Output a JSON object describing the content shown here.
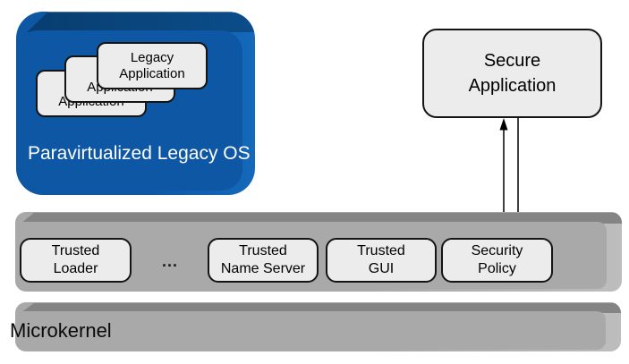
{
  "legacy_os": {
    "label": "Paravirtualized Legacy OS"
  },
  "legacy_apps": [
    {
      "line1": "Legacy",
      "line2": "Application"
    },
    {
      "line1": "Legacy",
      "line2": "Application"
    },
    {
      "line1": "Legacy",
      "line2": "Application"
    }
  ],
  "secure_app": {
    "line1": "Secure",
    "line2": "Application"
  },
  "services_bar": {
    "ellipsis": "...",
    "items": [
      {
        "line1": "Trusted",
        "line2": "Loader"
      },
      {
        "line1": "Trusted",
        "line2": "Name Server"
      },
      {
        "line1": "Trusted",
        "line2": "GUI"
      },
      {
        "line1": "Security",
        "line2": "Policy"
      }
    ]
  },
  "microkernel": {
    "label": "Microkernel"
  },
  "connections": [
    {
      "from": "Security Policy",
      "to": "Secure Application",
      "direction": "up"
    },
    {
      "from": "Secure Application",
      "to": "Security Policy",
      "direction": "down"
    }
  ],
  "colors": {
    "legacy_os_face": "#0d57a4",
    "legacy_os_top_bevel": "#0a4377",
    "legacy_os_edge": "#1569ba",
    "os_label_text": "#ffffff",
    "bar_face": "#a9a9a9",
    "bar_top_bevel": "#848484",
    "bar_edge": "#bdbdbd",
    "box_fill": "#ececec",
    "box_border": "#141414",
    "arrow": "#000000",
    "background": "#ffffff"
  }
}
